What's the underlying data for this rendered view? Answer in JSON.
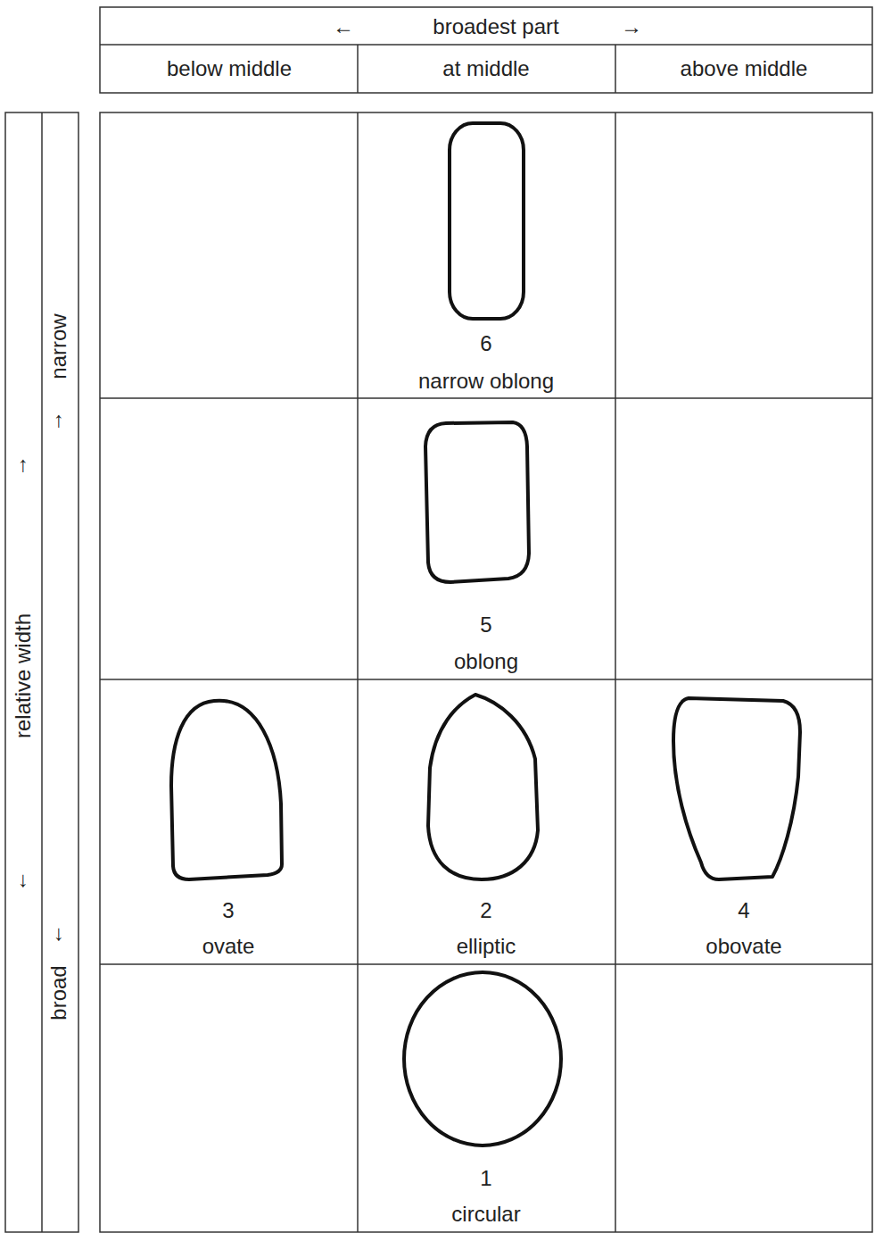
{
  "diagram": {
    "labels": [
      "←",
      "broadest part",
      "→",
      "below middle",
      "at middle",
      "above middle",
      "↑",
      "relative width",
      "↓",
      "narrow",
      "↑",
      "↓",
      "broad",
      "6",
      "narrow oblong",
      "5",
      "oblong",
      "3",
      "ovate",
      "2",
      "elliptic",
      "4",
      "obovate",
      "1",
      "circular"
    ]
  }
}
